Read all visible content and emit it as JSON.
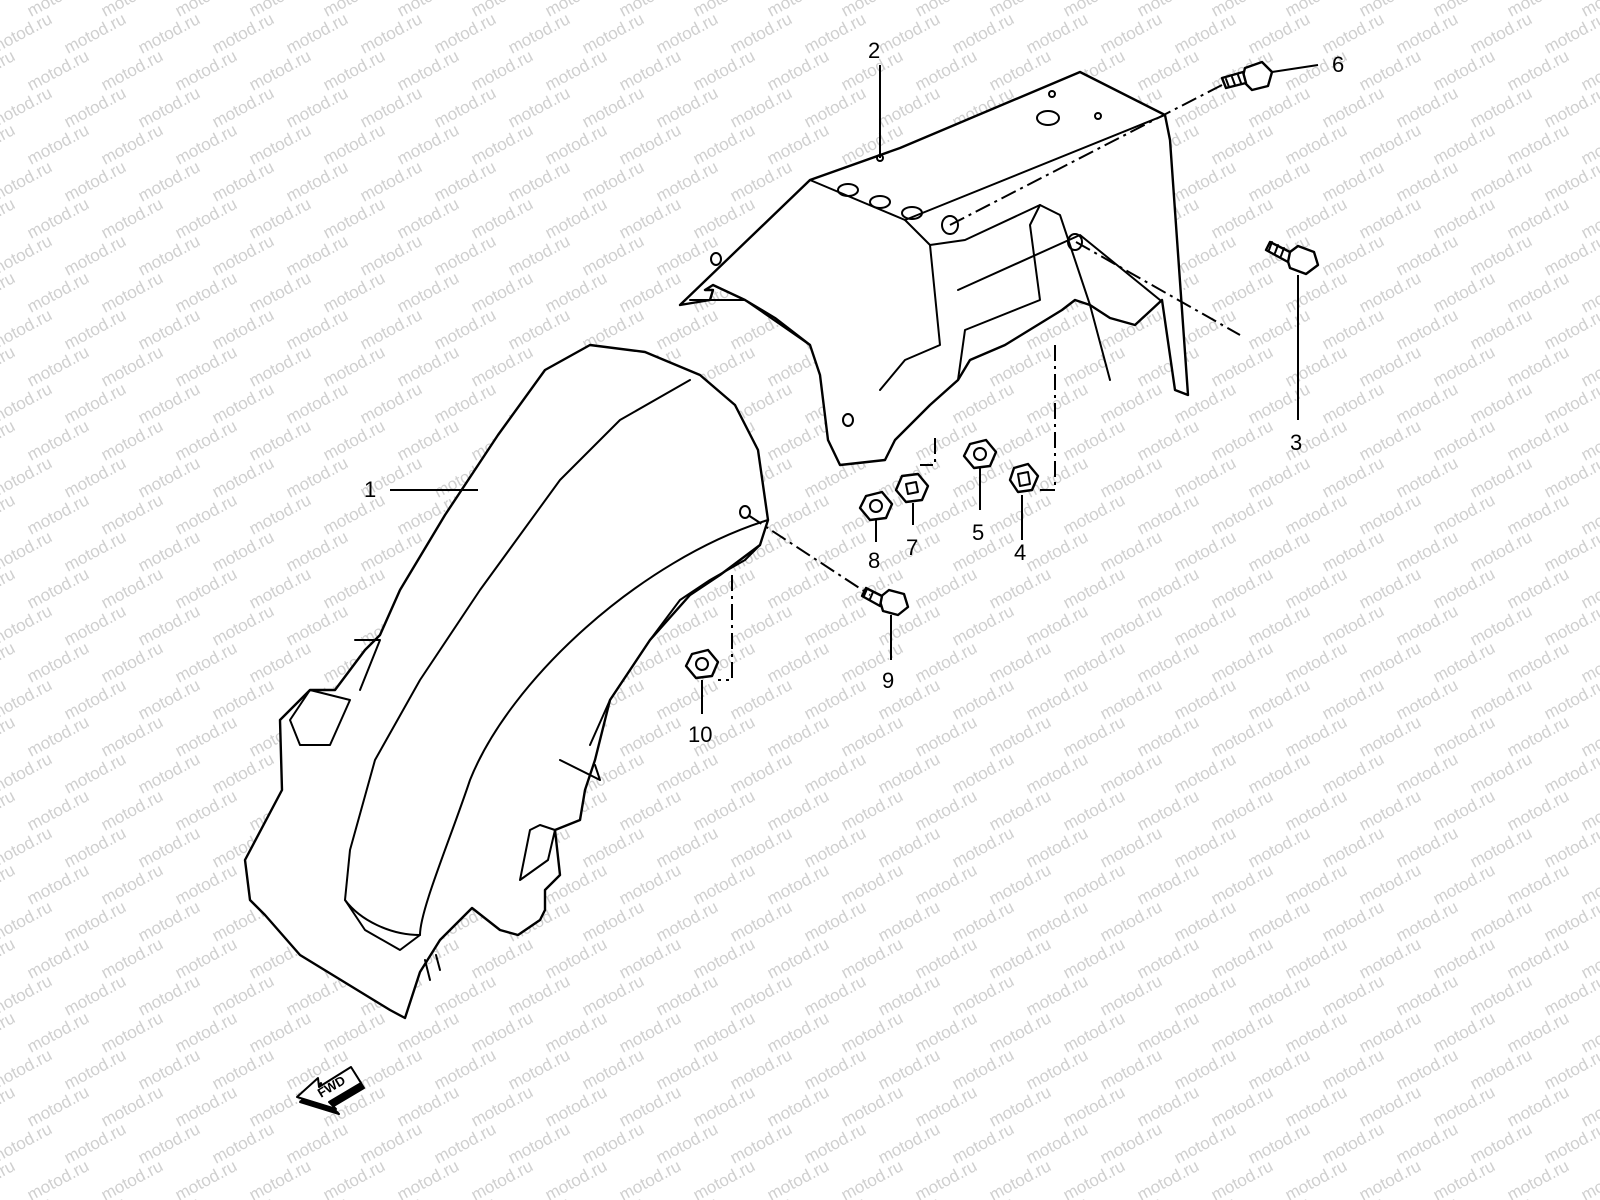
{
  "watermark": "motod.ru",
  "fwd_label": "FWD",
  "callouts": [
    "1",
    "2",
    "3",
    "4",
    "5",
    "6",
    "7",
    "8",
    "9",
    "10"
  ],
  "parts": [
    {
      "id": "1",
      "name": "rear-fender",
      "icon": "fender-shape"
    },
    {
      "id": "2",
      "name": "fender-bracket",
      "icon": "bracket-shape"
    },
    {
      "id": "3",
      "name": "bolt",
      "icon": "bolt-icon"
    },
    {
      "id": "4",
      "name": "nut",
      "icon": "nut-icon"
    },
    {
      "id": "5",
      "name": "nut",
      "icon": "nut-icon"
    },
    {
      "id": "6",
      "name": "bolt",
      "icon": "bolt-icon"
    },
    {
      "id": "7",
      "name": "nut",
      "icon": "nut-icon"
    },
    {
      "id": "8",
      "name": "nut",
      "icon": "nut-icon"
    },
    {
      "id": "9",
      "name": "bolt",
      "icon": "bolt-icon"
    },
    {
      "id": "10",
      "name": "nut",
      "icon": "nut-icon"
    }
  ],
  "colors": {
    "line": "#000000",
    "watermark": "#cfcfcf",
    "background": "#ffffff"
  }
}
